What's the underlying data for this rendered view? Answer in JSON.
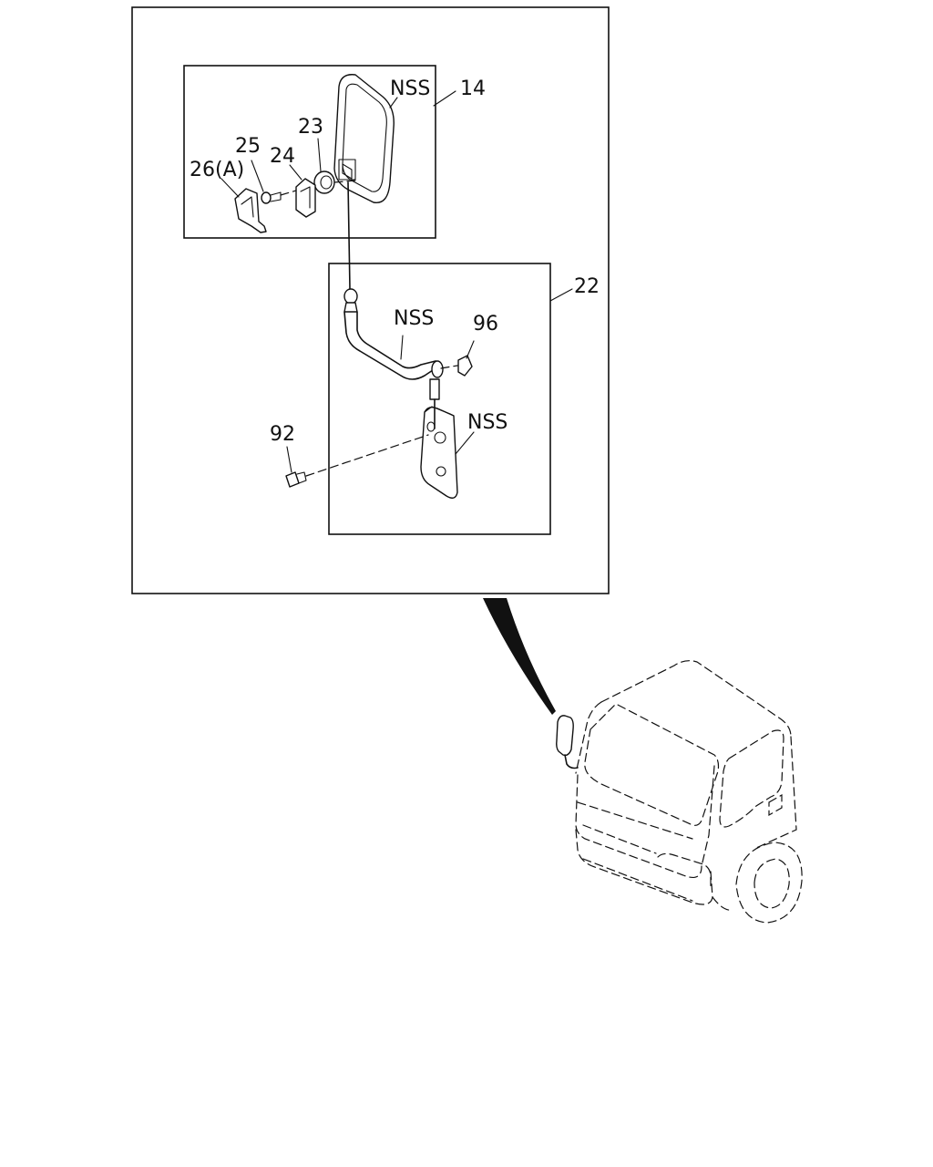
{
  "labels": {
    "mirror_head": "14",
    "mirror_head_nss": "NSS",
    "bracket_assembly": "22",
    "mirror_pad": "23",
    "mirror_clip": "24",
    "screw": "25",
    "cover": "26(A)",
    "arm_nss": "NSS",
    "cap": "96",
    "base_nss": "NSS",
    "bolt": "92"
  }
}
